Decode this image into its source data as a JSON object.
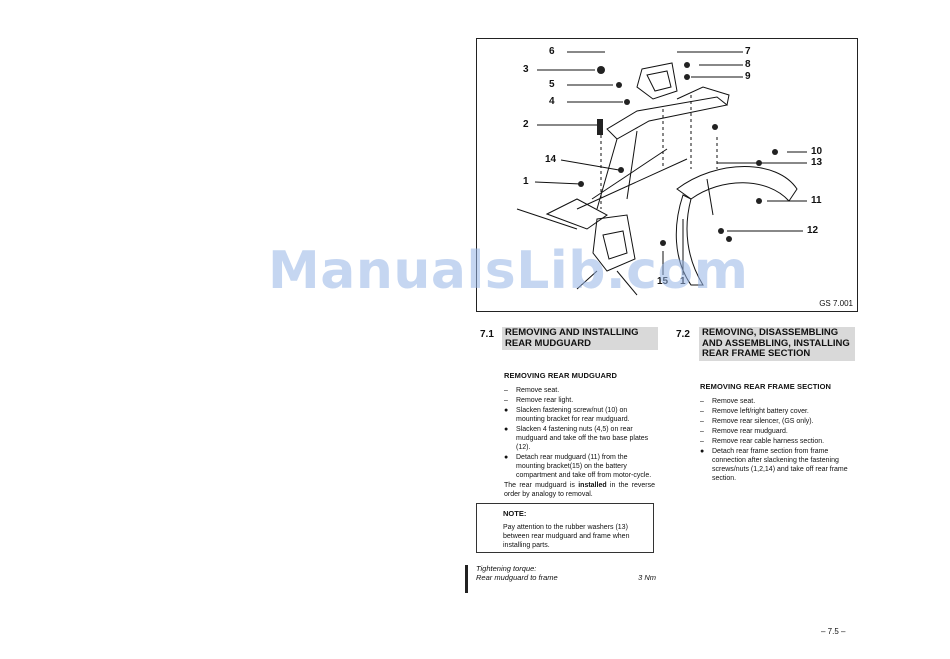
{
  "figure": {
    "callouts": [
      "6",
      "7",
      "3",
      "8",
      "9",
      "5",
      "4",
      "2",
      "10",
      "14",
      "13",
      "1",
      "11",
      "12",
      "15",
      "1"
    ],
    "caption": "GS 7.001"
  },
  "section_left": {
    "number": "7.1",
    "title_lines": [
      "REMOVING AND INSTALLING",
      "REAR MUDGUARD"
    ],
    "subheading": "REMOVING REAR MUDGUARD",
    "steps": [
      {
        "marker": "–",
        "text": "Remove seat."
      },
      {
        "marker": "–",
        "text": "Remove rear light."
      },
      {
        "marker": "●",
        "text": "Slacken fastening screw/nut (10) on mounting bracket for rear mudguard."
      },
      {
        "marker": "●",
        "text": "Slacken 4 fastening nuts (4,5) on rear mudguard and take off the two base plates (12)."
      },
      {
        "marker": "●",
        "text": "Detach rear mudguard (11) from the mounting bracket(15) on the battery compartment and take off from motor-cycle."
      }
    ],
    "closing_before": "The rear mudguard is ",
    "closing_bold": "installed",
    "closing_after": " in the reverse order by analogy to removal.",
    "note_label": "NOTE:",
    "note_text": "Pay attention to the rubber washers (13) between rear mudguard and frame when installing parts.",
    "torque_title": "Tightening torque:",
    "torque_item": "Rear mudguard to frame",
    "torque_value": "3 Nm"
  },
  "section_right": {
    "number": "7.2",
    "title_lines": [
      "REMOVING, DISASSEMBLING",
      "AND ASSEMBLING, INSTALLING",
      "REAR FRAME SECTION"
    ],
    "subheading": "REMOVING REAR FRAME SECTION",
    "steps": [
      {
        "marker": "–",
        "text": "Remove seat."
      },
      {
        "marker": "–",
        "text": "Remove left/right battery cover."
      },
      {
        "marker": "–",
        "text": "Remove rear silencer, (GS only)."
      },
      {
        "marker": "–",
        "text": "Remove rear mudguard."
      },
      {
        "marker": "–",
        "text": "Remove rear cable harness section."
      },
      {
        "marker": "●",
        "text": "Detach rear frame section from frame connection after slackening the fastening screws/nuts (1,2,14) and take off rear frame section."
      }
    ]
  },
  "page_number": "– 7.5 –",
  "watermark": "ManualsLib.com"
}
